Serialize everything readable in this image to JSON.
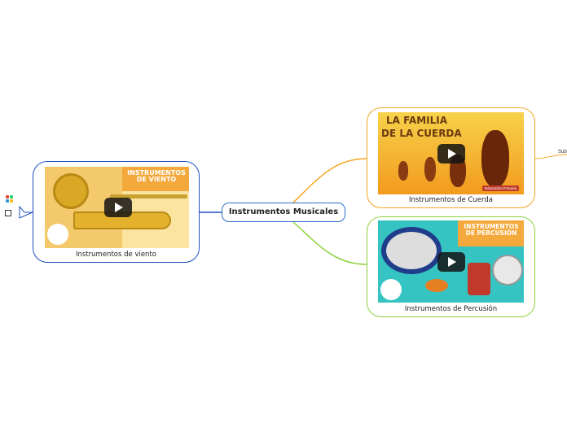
{
  "central_topic": "Instrumentos Musicales",
  "topics": {
    "viento": {
      "label": "Instrumentos de viento",
      "thumb_title": "INSTRUMENTOS DE VIENTO",
      "color": "#1f4fbf"
    },
    "cuerda": {
      "label": "Instrumentos de Cuerda",
      "thumb_title_1": "LA FAMILIA",
      "thumb_title_2": "DE LA CUERDA",
      "badge": "Educación Primaria",
      "color": "#f5a623"
    },
    "percusion": {
      "label": "Instrumentos de Percusión",
      "thumb_title": "INSTRUMENTOS DE PERCUSIÓN",
      "color": "#8fd13f"
    }
  },
  "sub_label_cut": "Sub"
}
